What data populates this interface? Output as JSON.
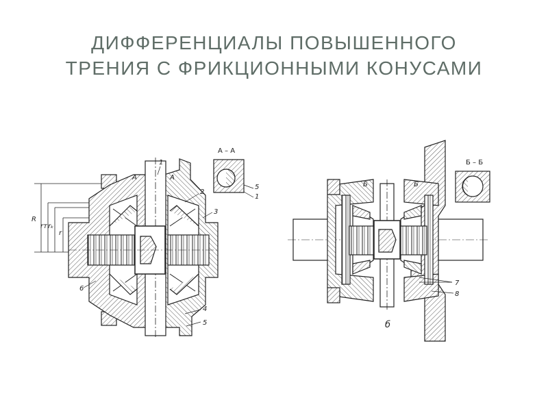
{
  "slide": {
    "title_line1": "ДИФФЕРЕНЦИАЛЫ ПОВЫШЕННОГО",
    "title_line2": "ТРЕНИЯ С ФРИКЦИОННЫМИ КОНУСАМИ"
  },
  "figure_a": {
    "section_label": "А – А",
    "dims": [
      "R",
      "rᴛ",
      "rₖ",
      "r"
    ],
    "marks": [
      "1",
      "2",
      "3",
      "4",
      "5",
      "6",
      "А",
      "А",
      "5",
      "1"
    ]
  },
  "figure_b": {
    "section_label": "Б – Б",
    "caption": "б",
    "marks": [
      "Б",
      "Б",
      "7",
      "8"
    ]
  },
  "colors": {
    "title": "#5f6d67",
    "ink": "#222222",
    "hatch": "#555555"
  }
}
